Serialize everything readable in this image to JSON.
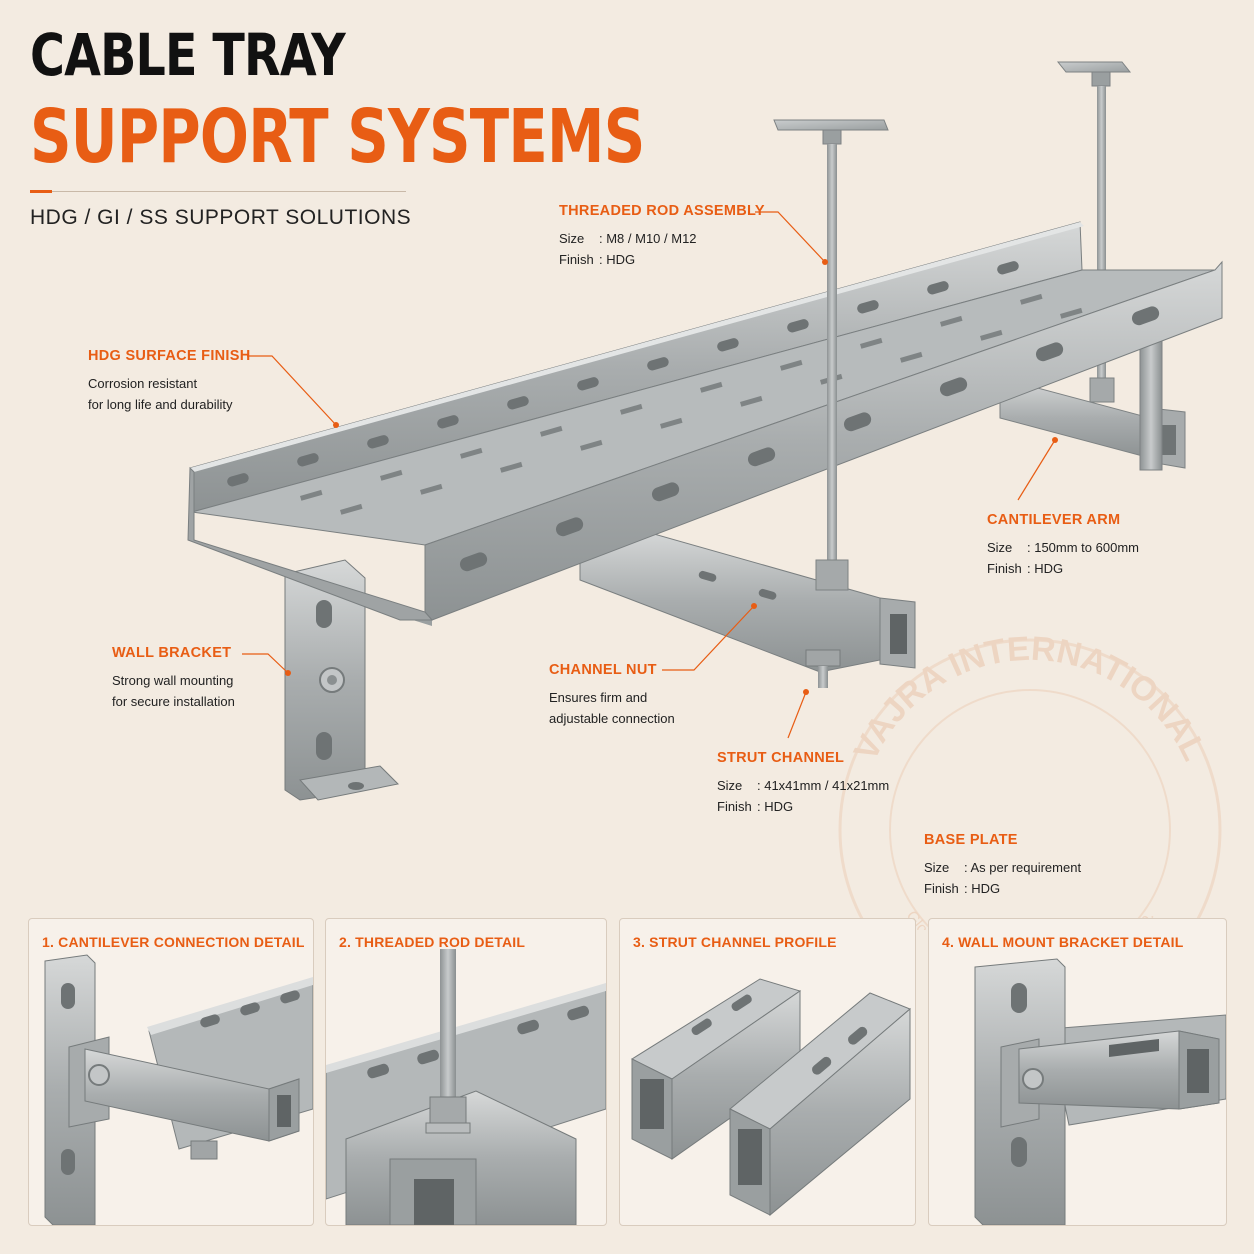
{
  "header": {
    "title_line1": "CABLE TRAY",
    "title_line2": "SUPPORT SYSTEMS",
    "subtitle": "HDG / GI / SS SUPPORT SOLUTIONS"
  },
  "callouts": {
    "threaded_rod": {
      "title": "THREADED ROD ASSEMBLY",
      "size_label": "Size",
      "size_value": ": M8 / M10 / M12",
      "finish_label": "Finish",
      "finish_value": ": HDG"
    },
    "hdg_finish": {
      "title": "HDG SURFACE FINISH",
      "line1": "Corrosion resistant",
      "line2": "for long life and durability"
    },
    "cantilever_arm": {
      "title": "CANTILEVER ARM",
      "size_label": "Size",
      "size_value": ":  150mm to 600mm",
      "finish_label": "Finish",
      "finish_value": ": HDG"
    },
    "wall_bracket": {
      "title": "WALL BRACKET",
      "line1": "Strong wall mounting",
      "line2": "for secure installation"
    },
    "channel_nut": {
      "title": "CHANNEL NUT",
      "line1": "Ensures firm and",
      "line2": "adjustable connection"
    },
    "strut_channel": {
      "title": "STRUT CHANNEL",
      "size_label": "Size",
      "size_value": ":  41x41mm / 41x21mm",
      "finish_label": "Finish",
      "finish_value": ": HDG"
    },
    "base_plate": {
      "title": "BASE PLATE",
      "size_label": "Size",
      "size_value": ": As per requirement",
      "finish_label": "Finish",
      "finish_value": ": HDG"
    }
  },
  "panels": [
    {
      "title": "1. CANTILEVER CONNECTION DETAIL"
    },
    {
      "title": "2. THREADED ROD DETAIL"
    },
    {
      "title": "3. STRUT CHANNEL PROFILE"
    },
    {
      "title": "4. WALL MOUNT BRACKET DETAIL"
    }
  ],
  "watermark": {
    "name": "VAJRA INTERNATIONAL",
    "tagline": "Global Metal. InCare. Trusted Worldwide."
  },
  "colors": {
    "accent": "#e85d14",
    "background": "#f3ebe1",
    "metal": "#b9bcbd"
  }
}
